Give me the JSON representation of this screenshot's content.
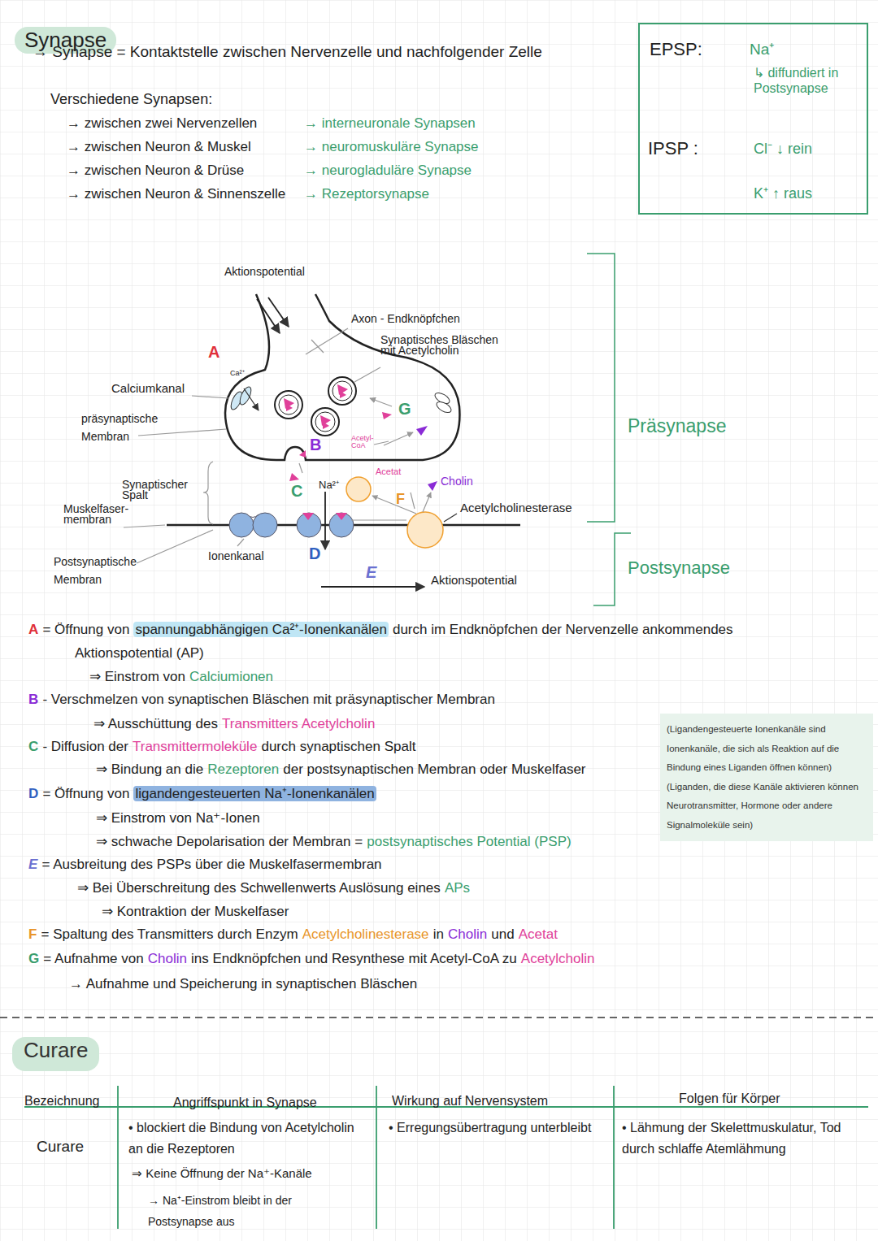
{
  "diagram": {
    "title": "Synapse",
    "nodes": [
      {
        "text": [
          "EPSP:",
          "Na⁺",
          "↳ diffundiert in Postsynapse",
          "IPSP :",
          "Cl⁻ ↓ rein",
          "K⁺ ↑ raus"
        ]
      },
      {
        "text": [
          "(Ligandengesteuerte Ionenkanäle sind Ionenkanäle, die sich als Reaktion auf die Bindung eines Liganden öffnen können)",
          "(Liganden, die diese Kanäle aktivieren können Neurotransmitter, Hormone oder andere Signalmoleküle sein)"
        ]
      },
      {
        "text": [
          "Curare"
        ]
      }
    ],
    "labels": [
      "→ Synapse = Kontaktstelle zwischen Nervenzelle und nachfolgender Zelle",
      "Verschiedene Synapsen:",
      "→ zwischen zwei Nervenzellen",
      "→ interneuronale Synapsen",
      "→ zwischen Neuron & Muskel",
      "→ neuromuskuläre Synapse",
      "→ zwischen Neuron & Drüse",
      "→ neurogladuläre Synapse",
      "→ zwischen Neuron & Sinnenszelle",
      "→ Rezeptorsynapse",
      "Aktionspotential",
      "Axon - Endknöpfchen",
      "Synaptisches Bläschen mit Acetylcholin",
      "A",
      "Ca²⁺",
      "Calciumkanal",
      "G",
      "präsynaptische Membran",
      "Acetyl-CoA",
      "B",
      "Acetat",
      "Cholin",
      "C",
      "Na²⁺",
      "F",
      "Synaptischer Spalt",
      "Acetylcholinesterase",
      "Muskelfaser- membran",
      "Postsynaptische Membran",
      "Ionenkanal",
      "D",
      "E",
      "Aktionspotential",
      "Präsynapse",
      "Postsynapse",
      "A",
      "= Öffnung von",
      "spannungabhängigen Ca²⁺-Ionenkanälen",
      "durch im Endknöpfchen der Nervenzelle ankommendes",
      "Aktionspotential (AP)",
      "⇒ Einstrom von",
      "Calciumionen",
      "B",
      "- Verschmelzen von synaptischen Bläschen mit präsynaptischer Membran",
      "⇒ Ausschüttung des",
      "Transmitters Acetylcholin",
      "C",
      "- Diffusion der",
      "Transmittermoleküle",
      "durch synaptischen Spalt",
      "⇒ Bindung an die",
      "Rezeptoren",
      "der postsynaptischen Membran oder Muskelfaser",
      "D",
      "= Öffnung von",
      "ligandengesteuerten Na⁺-Ionenkanälen",
      "⇒ Einstrom von Na⁺-Ionen",
      "⇒ schwache Depolarisation der Membran =",
      "postsynaptisches Potential (PSP)",
      "E",
      "= Ausbreitung des PSPs über die Muskelfasermembran",
      "⇒ Bei Überschreitung des Schwellenwerts Auslösung eines",
      "APs",
      "⇒ Kontraktion der Muskelfaser",
      "F",
      "= Spaltung des Transmitters durch Enzym",
      "Acetylcholinesterase",
      "in",
      "Cholin",
      "und",
      "Acetat",
      "G",
      "= Aufnahme von",
      "Cholin",
      "ins Endknöpfchen und Resynthese mit Acetyl-CoA zu",
      "Acetylcholin",
      "→ Aufnahme und Speicherung in synaptischen Bläschen",
      "Bezeichnung",
      "Angriffspunkt in Synapse",
      "Wirkung auf Nervensystem",
      "Folgen für Körper",
      "Curare",
      "• blockiert die Bindung von Acetylcholin an die Rezeptoren",
      "⇒ Keine Öffnung der Na⁺-Kanäle",
      "→ Na⁺-Einstrom bleibt in der Postsynapse aus",
      "• Erregungsübertragung unterbleibt",
      "• Lähmung der Skelettmuskulatur, Tod durch schlaffe Atemlähmung"
    ]
  }
}
